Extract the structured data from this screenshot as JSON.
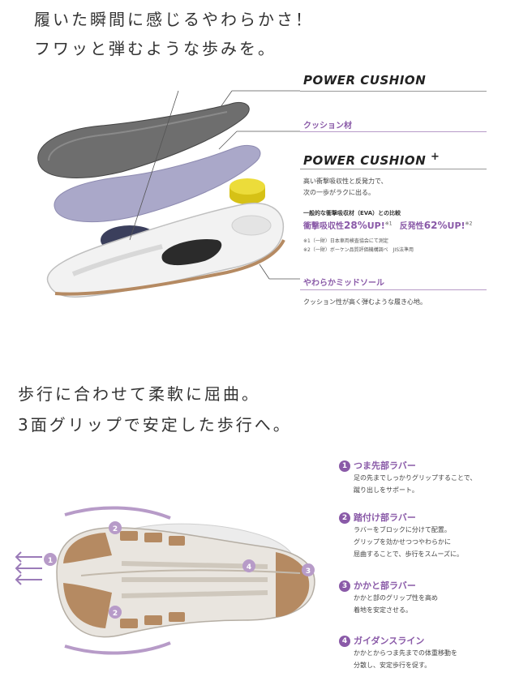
{
  "section1": {
    "headline_1": "履いた瞬間に感じるやわらかさ！",
    "headline_2": "フワッと弾むような歩みを。",
    "power_cushion": "POWER CUSHION",
    "cushion_label": "クッション材",
    "power_cushion_plus": "POWER CUSHION",
    "plus_mark": "+",
    "desc_line1": "高い衝撃吸収性と反発力で、",
    "desc_line2": "次の一歩がラクに出る。",
    "compare_title": "一般的な衝撃吸収材（EVA）との比較",
    "absorb_label": "衝撃吸収性",
    "absorb_value": "28%",
    "absorb_up": "UP!",
    "absorb_note": "※1",
    "rebound_label": "反発性",
    "rebound_value": "62%",
    "rebound_up": "UP!",
    "rebound_note": "※2",
    "note1": "※1（一財）日本車両検査協会にて測定",
    "note2": "※2（一財）ボーケン品質評価機構調べ　JIS法準用",
    "midsole_label": "やわらかミッドソール",
    "midsole_desc": "クッション性が高く弾むような履き心地。"
  },
  "section2": {
    "headline_1": "歩行に合わせて柔軟に屈曲。",
    "headline_2": "3面グリップで安定した歩行へ。",
    "features": [
      {
        "num": "1",
        "title": "つま先部ラバー",
        "desc": "足の先までしっかりグリップすることで、\n蹴り出しをサポート。"
      },
      {
        "num": "2",
        "title": "踏付け部ラバー",
        "desc": "ラバーをブロックに分けて配置。\nグリップを効かせつつやわらかに\n屈曲することで、歩行をスムーズに。"
      },
      {
        "num": "3",
        "title": "かかと部ラバー",
        "desc": "かかと部のグリップ性を高め\n着地を安定させる。"
      },
      {
        "num": "4",
        "title": "ガイダンスライン",
        "desc": "かかとからつま先までの体重移動を\n分散し、安定歩行を促す。"
      }
    ],
    "sole_markers": [
      "1",
      "2",
      "2",
      "3",
      "4"
    ]
  },
  "colors": {
    "accent": "#8a5aa8",
    "insole_grey": "#777777",
    "lavender": "#a9a6c8",
    "navy_pad": "#3b3f5c",
    "yellow_pad": "#e6d31e",
    "sole_tan": "#b58a62"
  }
}
